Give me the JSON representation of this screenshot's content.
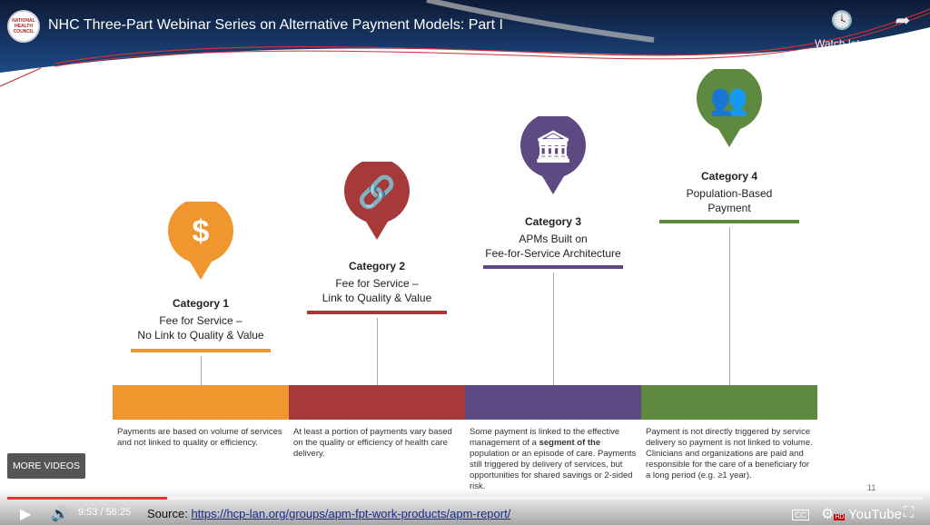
{
  "video": {
    "title": "NHC Three-Part Webinar Series on Alternative Payment Models: Part I",
    "logo_text": "NATIONAL HEALTH COUNCIL",
    "watch_later": "Watch later",
    "share": "Share",
    "more_videos": "MORE VIDEOS",
    "time": "9:53 / 56:25",
    "progress": 0.175,
    "youtube": "YouTube",
    "cc": "CC",
    "hd": "HD"
  },
  "slide": {
    "categories": [
      {
        "name": "Category 1",
        "desc1": "Fee for Service –",
        "desc2": "No Link to Quality & Value",
        "icon": "dollar-icon",
        "symbol": "$",
        "color": "#f0962e",
        "text": "Payments are based on volume of services and not linked to quality or efficiency."
      },
      {
        "name": "Category 2",
        "desc1": "Fee for Service –",
        "desc2": "Link to Quality & Value",
        "icon": "link-icon",
        "symbol": "🔗",
        "color": "#a63a3a",
        "text": "At least a portion of payments vary based on the quality or efficiency of health care delivery."
      },
      {
        "name": "Category 3",
        "desc1": "APMs Built on",
        "desc2": "Fee-for-Service Architecture",
        "icon": "building-icon",
        "symbol": "🏛",
        "color": "#5e4a83",
        "text_a": "Some payment is linked to the effective management of a ",
        "text_b": "segment of the",
        "text_c": " population or an episode of care. Payments still triggered by delivery of services, but opportunities for shared savings or 2-sided risk."
      },
      {
        "name": "Category 4",
        "desc1": "Population-Based",
        "desc2": "Payment",
        "icon": "people-icon",
        "symbol": "👥",
        "color": "#5e8a40",
        "text": "Payment is not directly triggered by service delivery so payment is not linked to volume. Clinicians and organizations are paid and responsible for the care of a beneficiary for a long period (e.g. ≥1 year)."
      }
    ],
    "page_number": "11",
    "source_label": "Source:",
    "source_url": "https://hcp-lan.org/groups/apm-fpt-work-products/apm-report/"
  }
}
